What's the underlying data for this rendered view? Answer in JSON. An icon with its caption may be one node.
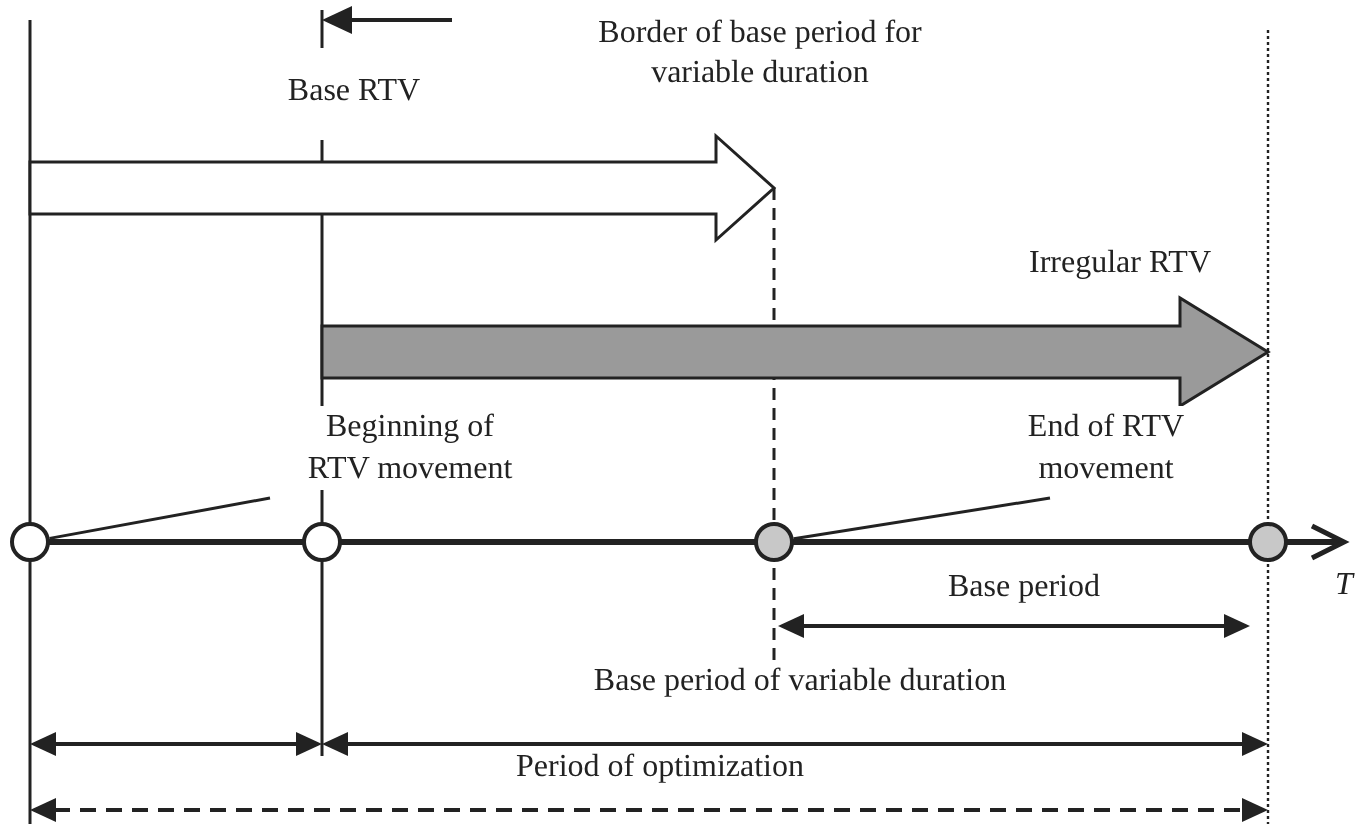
{
  "diagram": {
    "nodes": [
      {
        "text": [],
        "shape": "circle"
      },
      {
        "text": [],
        "shape": "circle"
      },
      {
        "text": [],
        "shape": "circle"
      },
      {
        "text": [],
        "shape": "circle"
      },
      {
        "text": [
          "Beginning of RTV movement"
        ]
      },
      {
        "text": [
          "End of RTV movement"
        ]
      }
    ],
    "edges": [
      {
        "from": 4,
        "to": 0,
        "arrow": "none"
      },
      {
        "from": 5,
        "to": 2,
        "arrow": "none"
      }
    ],
    "labels": [
      "Base RTV",
      "Border of base period for variable duration",
      "Irregular RTV",
      "T",
      "Base period",
      "Base period of variable duration",
      "Period of optimization"
    ]
  }
}
